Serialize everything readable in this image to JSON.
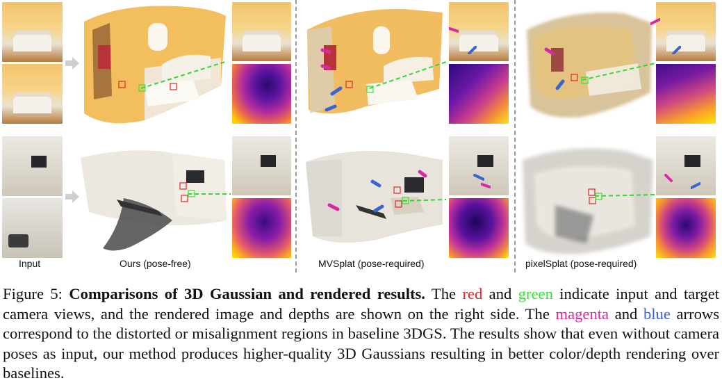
{
  "figure": {
    "labels": {
      "input": "Input",
      "ours": "Ours (pose-free)",
      "mvsplat": "MVSplat (pose-required)",
      "pixelsplat": "pixelSplat (pose-required)"
    }
  },
  "caption": {
    "prefix": "Figure 5: ",
    "title": "Comparisons of 3D Gaussian and rendered results.",
    "t1": " The ",
    "red": "red",
    "t2": " and ",
    "green": "green",
    "t3": " indicate input and target camera views, and the rendered image and depths are shown on the right side.  The ",
    "magenta": "magenta",
    "t4": " and ",
    "blue": "blue",
    "t5": " arrows correspond to the distorted or misalignment regions in baseline 3DGS. The results show that even without camera poses as input, our method produces higher-quality 3D Gaussians resulting in better color/depth rendering over baselines."
  },
  "colors": {
    "red": "#e0262a",
    "green": "#2ee62e",
    "magenta": "#d62aa4",
    "blue": "#3a64d0"
  }
}
